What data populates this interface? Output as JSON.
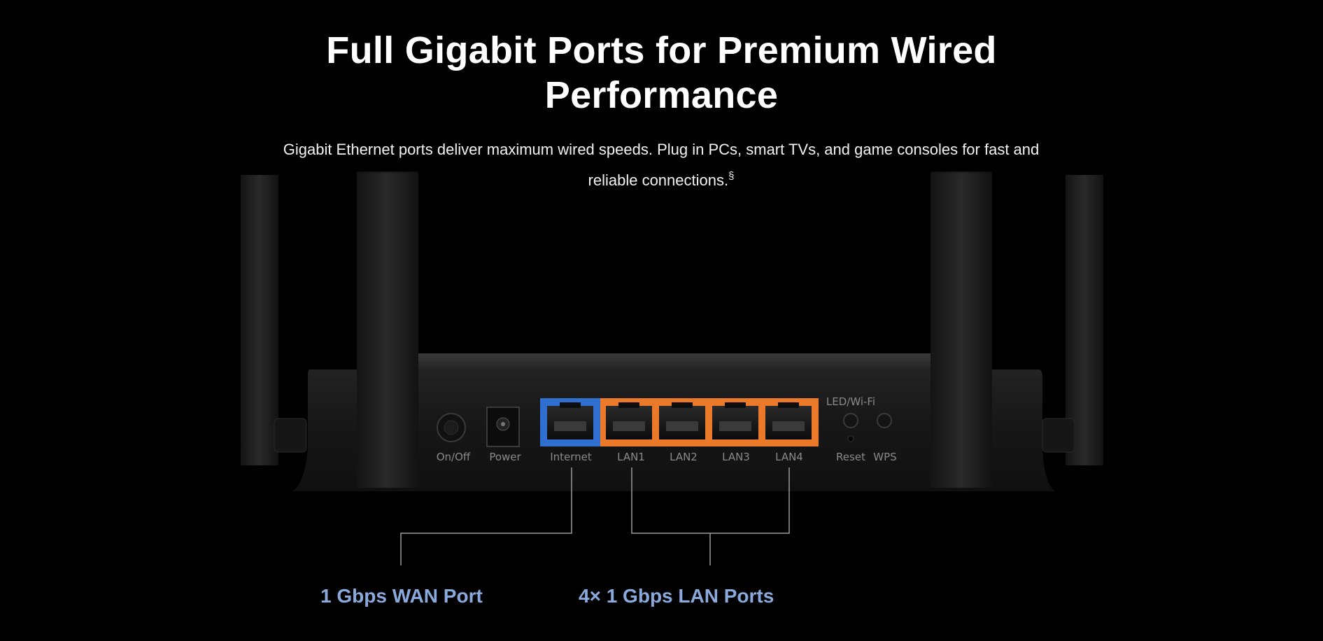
{
  "headline": {
    "line1": "Full Gigabit Ports for Premium Wired",
    "line2": "Performance"
  },
  "description": {
    "text": "Gigabit Ethernet ports deliver maximum wired speeds. Plug in PCs, smart TVs, and game consoles for fast and reliable connections.",
    "footnote_mark": "§"
  },
  "router": {
    "labels": {
      "on_off": "On/Off",
      "power": "Power",
      "internet": "Internet",
      "lan1": "LAN1",
      "lan2": "LAN2",
      "lan3": "LAN3",
      "lan4": "LAN4",
      "led_wifi": "LED/Wi-Fi",
      "reset": "Reset",
      "wps": "WPS"
    },
    "colors": {
      "wan_port": "#2f6fd0",
      "lan_ports": "#ea7a2a",
      "body": "#1a1a1a",
      "callout_text": "#8aa9dc"
    }
  },
  "callouts": {
    "wan": "1 Gbps WAN Port",
    "lan": "4× 1 Gbps LAN Ports"
  }
}
